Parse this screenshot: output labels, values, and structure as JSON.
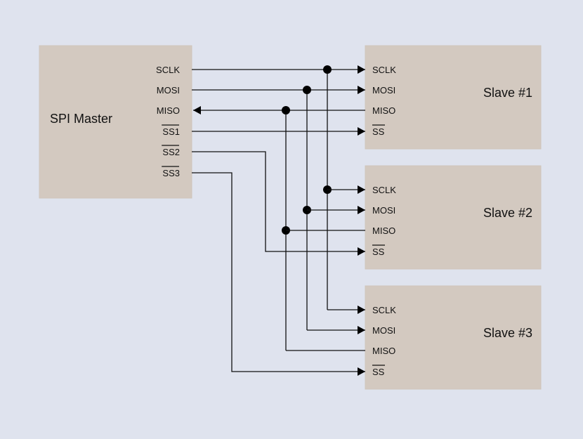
{
  "diagram": {
    "title": "SPI bus: single master, three independent slaves",
    "colors": {
      "background": "#dfe3ee",
      "box_fill": "#d3c9c0",
      "wire": "#111111"
    },
    "master": {
      "label": "SPI Master",
      "pins": [
        {
          "name": "SCLK",
          "overline": false,
          "direction": "out"
        },
        {
          "name": "MOSI",
          "overline": false,
          "direction": "out"
        },
        {
          "name": "MISO",
          "overline": false,
          "direction": "in"
        },
        {
          "name": "SS1",
          "overline": true,
          "direction": "out"
        },
        {
          "name": "SS2",
          "overline": true,
          "direction": "out"
        },
        {
          "name": "SS3",
          "overline": true,
          "direction": "out"
        }
      ]
    },
    "slaves": [
      {
        "label": "Slave #1",
        "pins": [
          {
            "name": "SCLK",
            "overline": false,
            "direction": "in"
          },
          {
            "name": "MOSI",
            "overline": false,
            "direction": "in"
          },
          {
            "name": "MISO",
            "overline": false,
            "direction": "out"
          },
          {
            "name": "SS",
            "overline": true,
            "direction": "in"
          }
        ]
      },
      {
        "label": "Slave #2",
        "pins": [
          {
            "name": "SCLK",
            "overline": false,
            "direction": "in"
          },
          {
            "name": "MOSI",
            "overline": false,
            "direction": "in"
          },
          {
            "name": "MISO",
            "overline": false,
            "direction": "out"
          },
          {
            "name": "SS",
            "overline": true,
            "direction": "in"
          }
        ]
      },
      {
        "label": "Slave #3",
        "pins": [
          {
            "name": "SCLK",
            "overline": false,
            "direction": "in"
          },
          {
            "name": "MOSI",
            "overline": false,
            "direction": "in"
          },
          {
            "name": "MISO",
            "overline": false,
            "direction": "out"
          },
          {
            "name": "SS",
            "overline": true,
            "direction": "in"
          }
        ]
      }
    ],
    "connections": [
      {
        "from": "master.SCLK",
        "to": [
          "slave1.SCLK",
          "slave2.SCLK",
          "slave3.SCLK"
        ],
        "shared": true
      },
      {
        "from": "master.MOSI",
        "to": [
          "slave1.MOSI",
          "slave2.MOSI",
          "slave3.MOSI"
        ],
        "shared": true
      },
      {
        "from": [
          "slave1.MISO",
          "slave2.MISO",
          "slave3.MISO"
        ],
        "to": "master.MISO",
        "shared": true
      },
      {
        "from": "master.SS1",
        "to": [
          "slave1.SS"
        ],
        "shared": false
      },
      {
        "from": "master.SS2",
        "to": [
          "slave2.SS"
        ],
        "shared": false
      },
      {
        "from": "master.SS3",
        "to": [
          "slave3.SS"
        ],
        "shared": false
      }
    ]
  }
}
